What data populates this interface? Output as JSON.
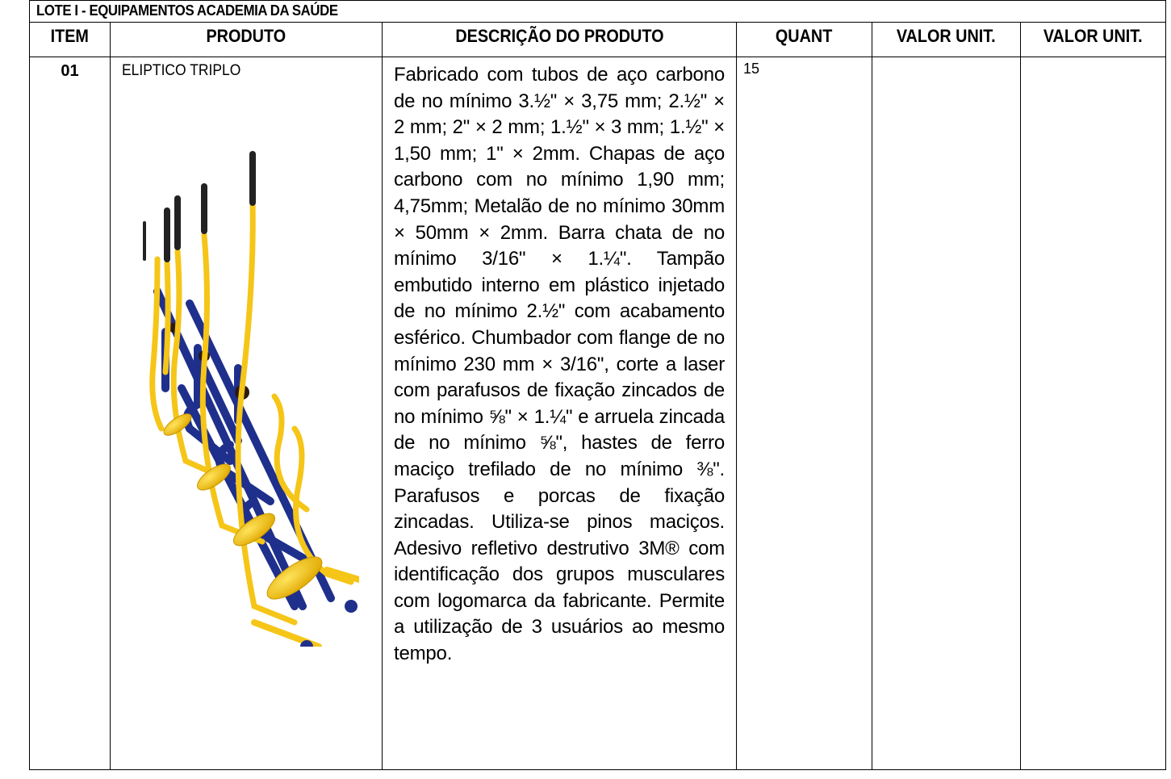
{
  "lote_title": "LOTE I - EQUIPAMENTOS ACADEMIA DA SAÚDE",
  "headers": {
    "item": "ITEM",
    "produto": "PRODUTO",
    "descricao": "DESCRIÇÃO DO PRODUTO",
    "quant": "QUANT",
    "valor_unit_1": "VALOR UNIT.",
    "valor_unit_2": "VALOR UNIT."
  },
  "rows": [
    {
      "item": "01",
      "produto": "ELIPTICO TRIPLO",
      "descricao": "Fabricado com tubos de aço carbono de no mínimo 3.½\" × 3,75 mm; 2.½\" × 2 mm; 2\" × 2 mm; 1.½\" × 3 mm; 1.½\" × 1,50 mm; 1\" × 2mm. Chapas de aço carbono com no mínimo 1,90 mm; 4,75mm; Metalão de no mínimo 30mm × 50mm × 2mm. Barra chata de no mínimo 3/16\" × 1.¼\". Tampão embutido interno em plástico injetado de no mínimo 2.½\" com acabamento esférico. Chumbador com flange de no mínimo 230 mm × 3/16\", corte a laser com parafusos de fixação zincados de no mínimo ⅝\" × 1.¼\" e arruela zincada de no mínimo ⅝\", hastes de ferro maciço trefilado de no mínimo ⅜\". Parafusos e porcas de fixação zincadas. Utiliza-se pinos maciços. Adesivo refletivo destrutivo 3M® com identificação dos grupos musculares com logomarca da fabricante. Permite a utilização de 3 usuários ao mesmo tempo.",
      "quant": "15",
      "valor_unit_1": "",
      "valor_unit_2": ""
    }
  ],
  "colors": {
    "equipment_yellow": "#F5C518",
    "equipment_blue": "#1F2F8C",
    "grip_black": "#222222"
  },
  "icons": {
    "product_image": "triple-elliptical-trainer-image"
  }
}
